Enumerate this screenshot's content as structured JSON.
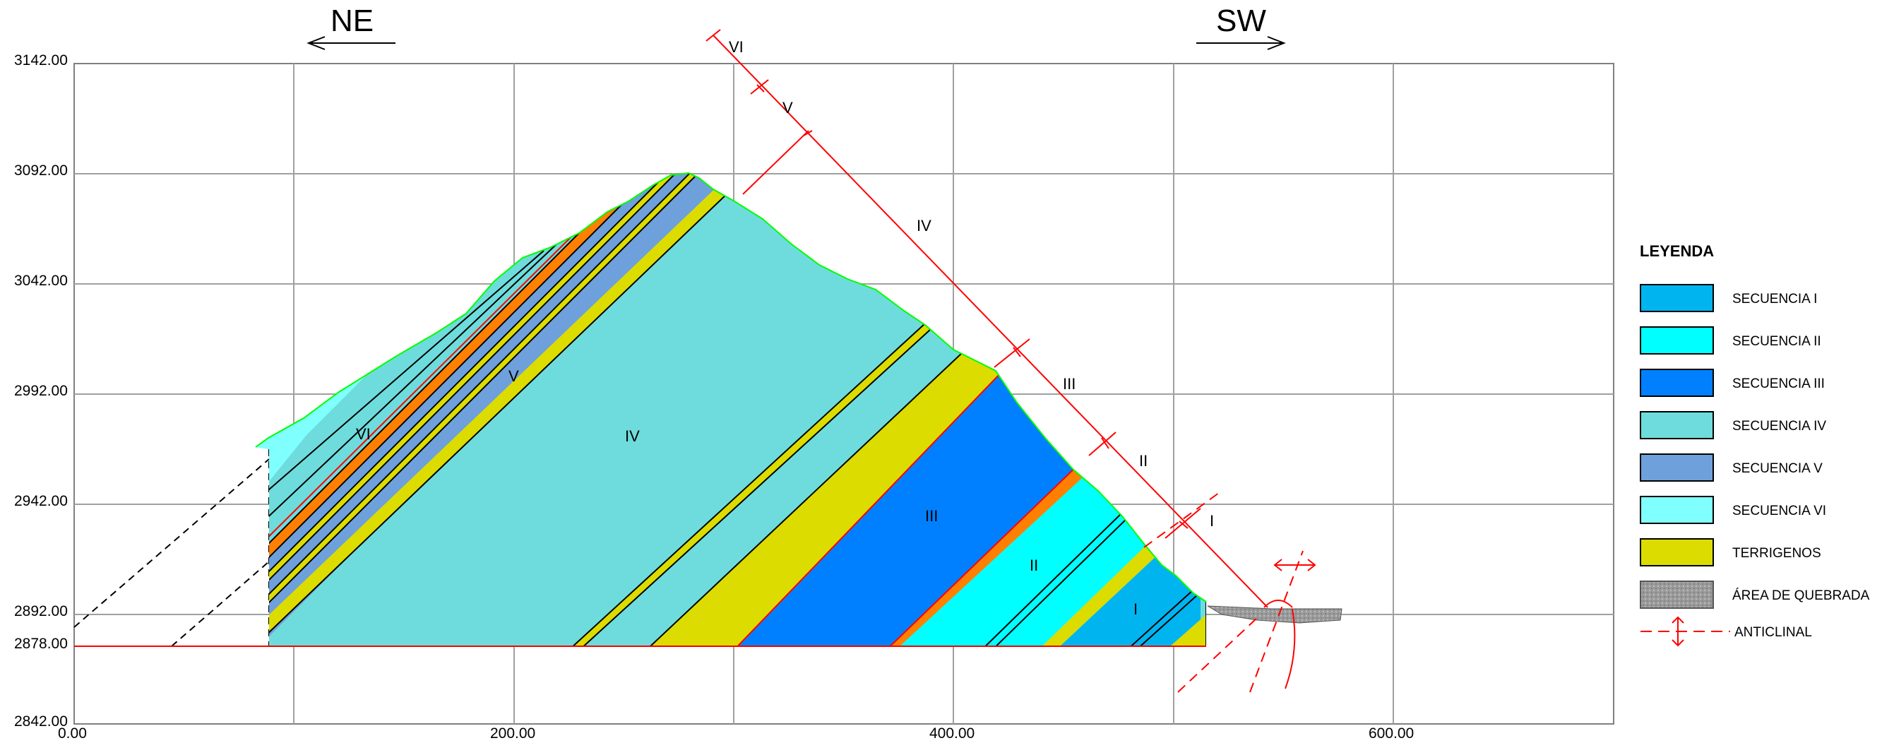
{
  "directions": {
    "left": "NE",
    "right": "SW"
  },
  "y_ticks": [
    "3142.00",
    "3092.00",
    "3042.00",
    "2992.00",
    "2942.00",
    "2892.00",
    "2878.00",
    "2842.00"
  ],
  "x_ticks": [
    "0.00",
    "200.00",
    "400.00",
    "600.00"
  ],
  "sequence_labels": [
    "VI",
    "V",
    "IV",
    "III",
    "II",
    "I"
  ],
  "cut_labels": [
    "VI",
    "V",
    "IV",
    "III",
    "II",
    "I"
  ],
  "legend": {
    "title": "LEYENDA",
    "items": [
      {
        "label": "SECUENCIA I",
        "color": "#00b4f0"
      },
      {
        "label": "SECUENCIA II",
        "color": "#00ffff"
      },
      {
        "label": "SECUENCIA III",
        "color": "#0080ff"
      },
      {
        "label": "SECUENCIA IV",
        "color": "#6edcdc"
      },
      {
        "label": "SECUENCIA V",
        "color": "#6ea0dc"
      },
      {
        "label": "SECUENCIA VI",
        "color": "#80ffff"
      },
      {
        "label": "TERRIGENOS",
        "color": "#dcdc00"
      },
      {
        "label": "ÁREA DE QUEBRADA",
        "color": "#9a9a9a"
      },
      {
        "label": "ANTICLINAL",
        "color": "#ff0000"
      }
    ]
  },
  "colors": {
    "grid": "#a0a0a0",
    "frame": "#808080",
    "topography": "#00ff00",
    "base_line": "#ff0000",
    "fault": "#ff0000"
  }
}
